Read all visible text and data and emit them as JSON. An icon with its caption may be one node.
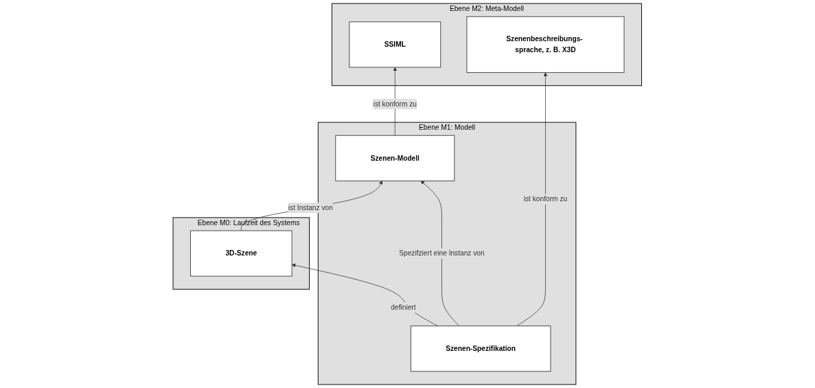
{
  "diagram": {
    "nodes": [
      {
        "text": [
          "Ebene M2: Meta-Modell"
        ]
      },
      {
        "text": [
          "SSIML"
        ],
        "in": 0
      },
      {
        "text": [
          "Szenenbeschreibungs- sprache, z. B. X3D"
        ],
        "in": 0
      },
      {
        "text": [
          "Ebene M1: Modell"
        ]
      },
      {
        "text": [
          "Szenen-Modell"
        ],
        "in": 3
      },
      {
        "text": [
          "Szenen-Spezifikation"
        ],
        "in": 3
      },
      {
        "text": [
          "Ebene M0: Laufzeit des Systems"
        ]
      },
      {
        "text": [
          "3D-Szene"
        ],
        "in": 6
      }
    ],
    "edges": [
      {
        "from": 4,
        "to": 1,
        "arrow": "to",
        "label": "ist konform zu"
      },
      {
        "from": 5,
        "to": 2,
        "arrow": "to",
        "label": "ist konform zu"
      },
      {
        "from": 5,
        "to": 4,
        "arrow": "to",
        "label": "Spezifziert eine Instanz von"
      },
      {
        "from": 7,
        "to": 4,
        "arrow": "to",
        "label": "ist Instanz von"
      },
      {
        "from": 5,
        "to": 7,
        "arrow": "to",
        "label": "definiert"
      }
    ]
  }
}
